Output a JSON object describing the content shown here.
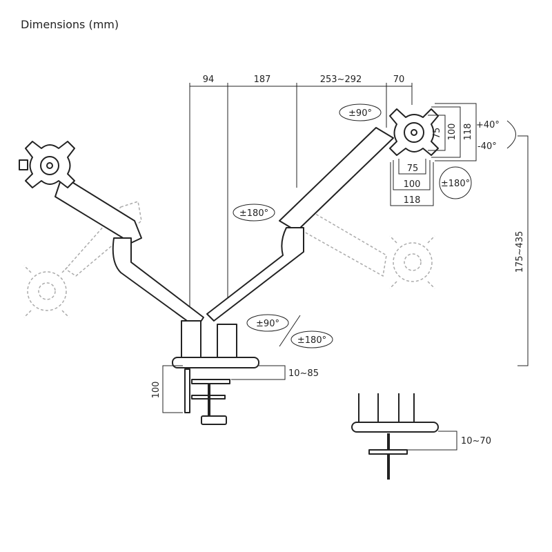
{
  "title": "Dimensions (mm)",
  "top_dimensions": [
    "94",
    "187",
    "253~292",
    "70"
  ],
  "vesa": {
    "vertical": [
      "75",
      "100",
      "118"
    ],
    "horizontal": [
      "75",
      "100",
      "118"
    ]
  },
  "rotations": {
    "head_swivel": "±90°",
    "tilt_up": "+40°",
    "tilt_down": "-40°",
    "head_rotate": "±180°",
    "upper_arm_swivel": "±180°",
    "lower_arm_swivel": "±90°",
    "base_swivel": "±180°"
  },
  "height_range": "175~435",
  "clamp": {
    "height": "100",
    "desk_thickness_clamp": "10~85",
    "desk_thickness_grommet": "10~70"
  }
}
